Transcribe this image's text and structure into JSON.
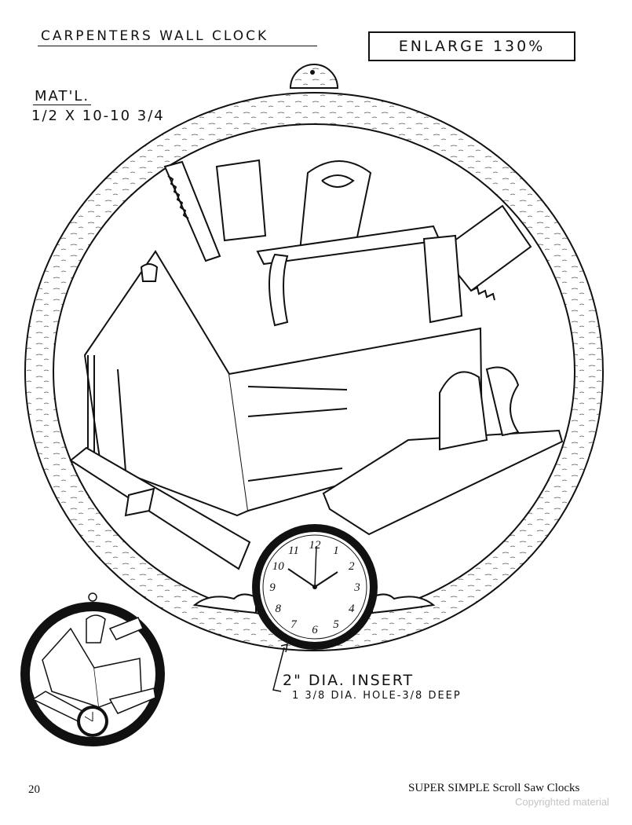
{
  "header": {
    "title": "CARPENTERS WALL CLOCK",
    "enlarge": "ENLARGE 130%"
  },
  "material": {
    "label": "MAT'L.",
    "dimensions": "1/2 X 10-10 3/4"
  },
  "clock_face": {
    "numerals": [
      "12",
      "1",
      "2",
      "3",
      "4",
      "5",
      "6",
      "7",
      "8",
      "9",
      "10",
      "11"
    ]
  },
  "annotations": {
    "insert": "2\" DIA. INSERT",
    "hole": "1 3/8 DIA. HOLE-3/8 DEEP"
  },
  "footer": {
    "page_number": "20",
    "book_title": "SUPER SIMPLE Scroll Saw Clocks",
    "copyright": "Copyrighted material"
  }
}
